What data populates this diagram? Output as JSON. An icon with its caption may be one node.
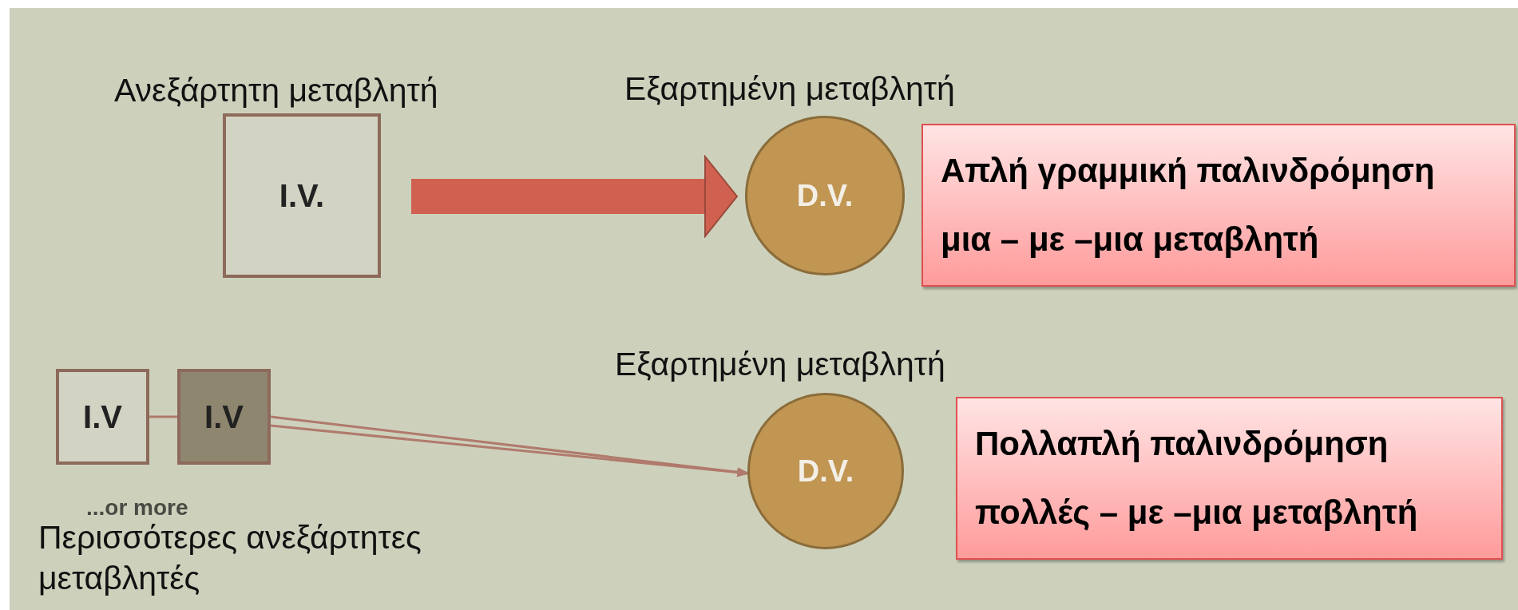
{
  "diagram": {
    "nodes": [
      {
        "text": [
          "I.V."
        ],
        "beside": [
          "Ανεξάρτητη μεταβλητή"
        ]
      },
      {
        "text": [
          "D.V."
        ],
        "beside": [
          "Εξαρτημένη μεταβλητή"
        ]
      },
      {
        "text": [
          "Απλή γραμμική παλινδρόμηση",
          "μια – με –μια μεταβλητή"
        ]
      },
      {
        "text": [
          "I.V"
        ]
      },
      {
        "text": [
          "I.V"
        ]
      },
      {
        "text": [
          "D.V."
        ],
        "beside": [
          "Εξαρτημένη μεταβλητή"
        ]
      },
      {
        "text": [
          "Πολλαπλή παλινδρόμηση",
          "πολλές – με –μια μεταβλητή"
        ]
      }
    ],
    "edges": [
      {
        "from": 0,
        "to": 1,
        "arrow": "to",
        "style": "thick",
        "color": "#d0604f"
      },
      {
        "from": 3,
        "to": 4,
        "arrow": "none"
      },
      {
        "from": 4,
        "to": 5,
        "arrow": "to"
      },
      {
        "from": 4,
        "to": 5,
        "arrow": "to"
      }
    ],
    "labels": [
      "...or more",
      "Περισσότερες ανεξάρτητες μεταβλητές"
    ]
  }
}
